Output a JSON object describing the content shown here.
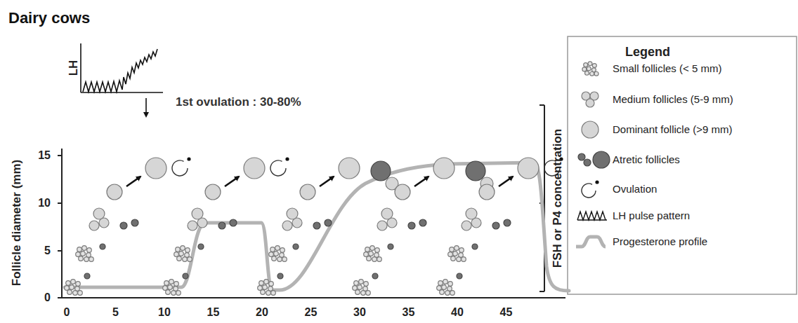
{
  "diagram": {
    "title": "Dairy cows",
    "labels": [
      "LH",
      "1st ovulation : 30-80%",
      "Follicle diameter (mm)",
      "15",
      "10",
      "5",
      "0",
      "0",
      "5",
      "10",
      "15",
      "20",
      "25",
      "30",
      "35",
      "40",
      "45",
      "FSH or P4 concentration",
      "Legend"
    ],
    "legend": [
      {
        "text": "Small follicles (< 5 mm)"
      },
      {
        "text": "Medium follicles (5-9 mm)"
      },
      {
        "text": "Dominant follicle (>9 mm)"
      },
      {
        "text": "Atretic follicles"
      },
      {
        "text": "Ovulation"
      },
      {
        "text": "LH pulse pattern"
      },
      {
        "text": "Progesterone profile"
      }
    ]
  }
}
